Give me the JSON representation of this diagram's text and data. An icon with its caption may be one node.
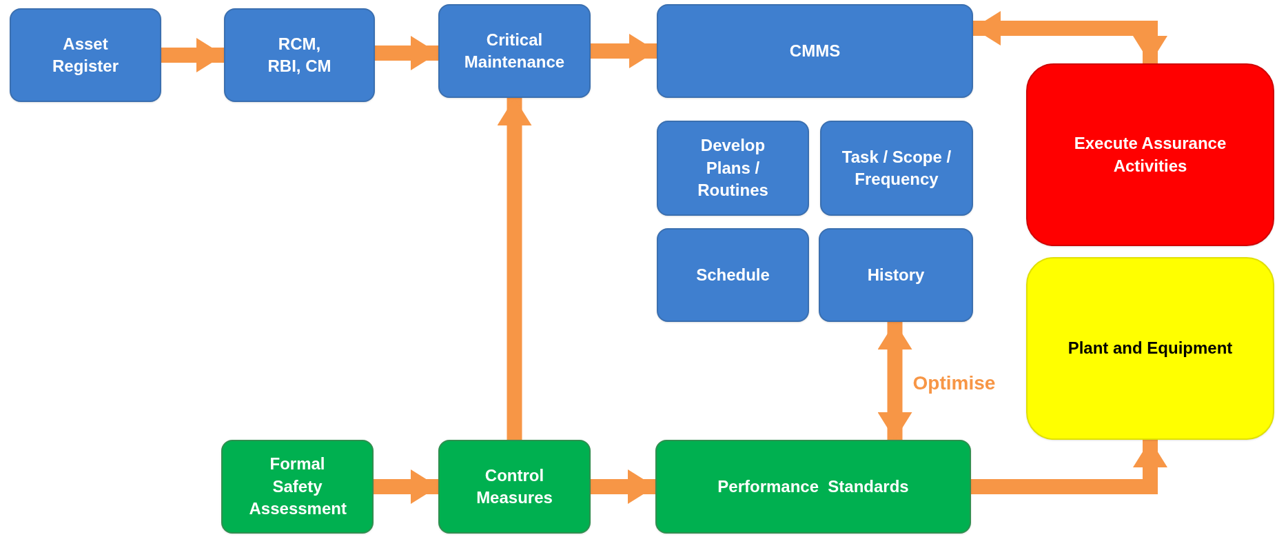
{
  "diagram": {
    "nodes": [
      {
        "text": [
          "Asset Register"
        ]
      },
      {
        "text": [
          "RCM, RBI, CM"
        ]
      },
      {
        "text": [
          "Critical Maintenance"
        ]
      },
      {
        "text": [
          "CMMS"
        ]
      },
      {
        "text": [
          "Develop Plans / Routines"
        ]
      },
      {
        "text": [
          "Task / Scope / Frequency"
        ]
      },
      {
        "text": [
          "Schedule"
        ]
      },
      {
        "text": [
          "History"
        ]
      },
      {
        "text": [
          "Execute Assurance Activities"
        ]
      },
      {
        "text": [
          "Plant and Equipment"
        ]
      },
      {
        "text": [
          "Formal Safety Assessment"
        ]
      },
      {
        "text": [
          "Control Measures"
        ]
      },
      {
        "text": [
          "Performance  Standards"
        ]
      }
    ],
    "edges": [
      {
        "from": 0,
        "to": 1,
        "arrow": "to"
      },
      {
        "from": 1,
        "to": 2,
        "arrow": "to"
      },
      {
        "from": 2,
        "to": 3,
        "arrow": "to"
      },
      {
        "from": 3,
        "to": 8,
        "arrow": "both"
      },
      {
        "from": 10,
        "to": 11,
        "arrow": "to"
      },
      {
        "from": 11,
        "to": 12,
        "arrow": "to"
      },
      {
        "from": 11,
        "to": 2,
        "arrow": "to"
      },
      {
        "from": 7,
        "to": 12,
        "arrow": "both",
        "label": "Optimise"
      },
      {
        "from": 12,
        "to": 9,
        "arrow": "to"
      }
    ]
  }
}
